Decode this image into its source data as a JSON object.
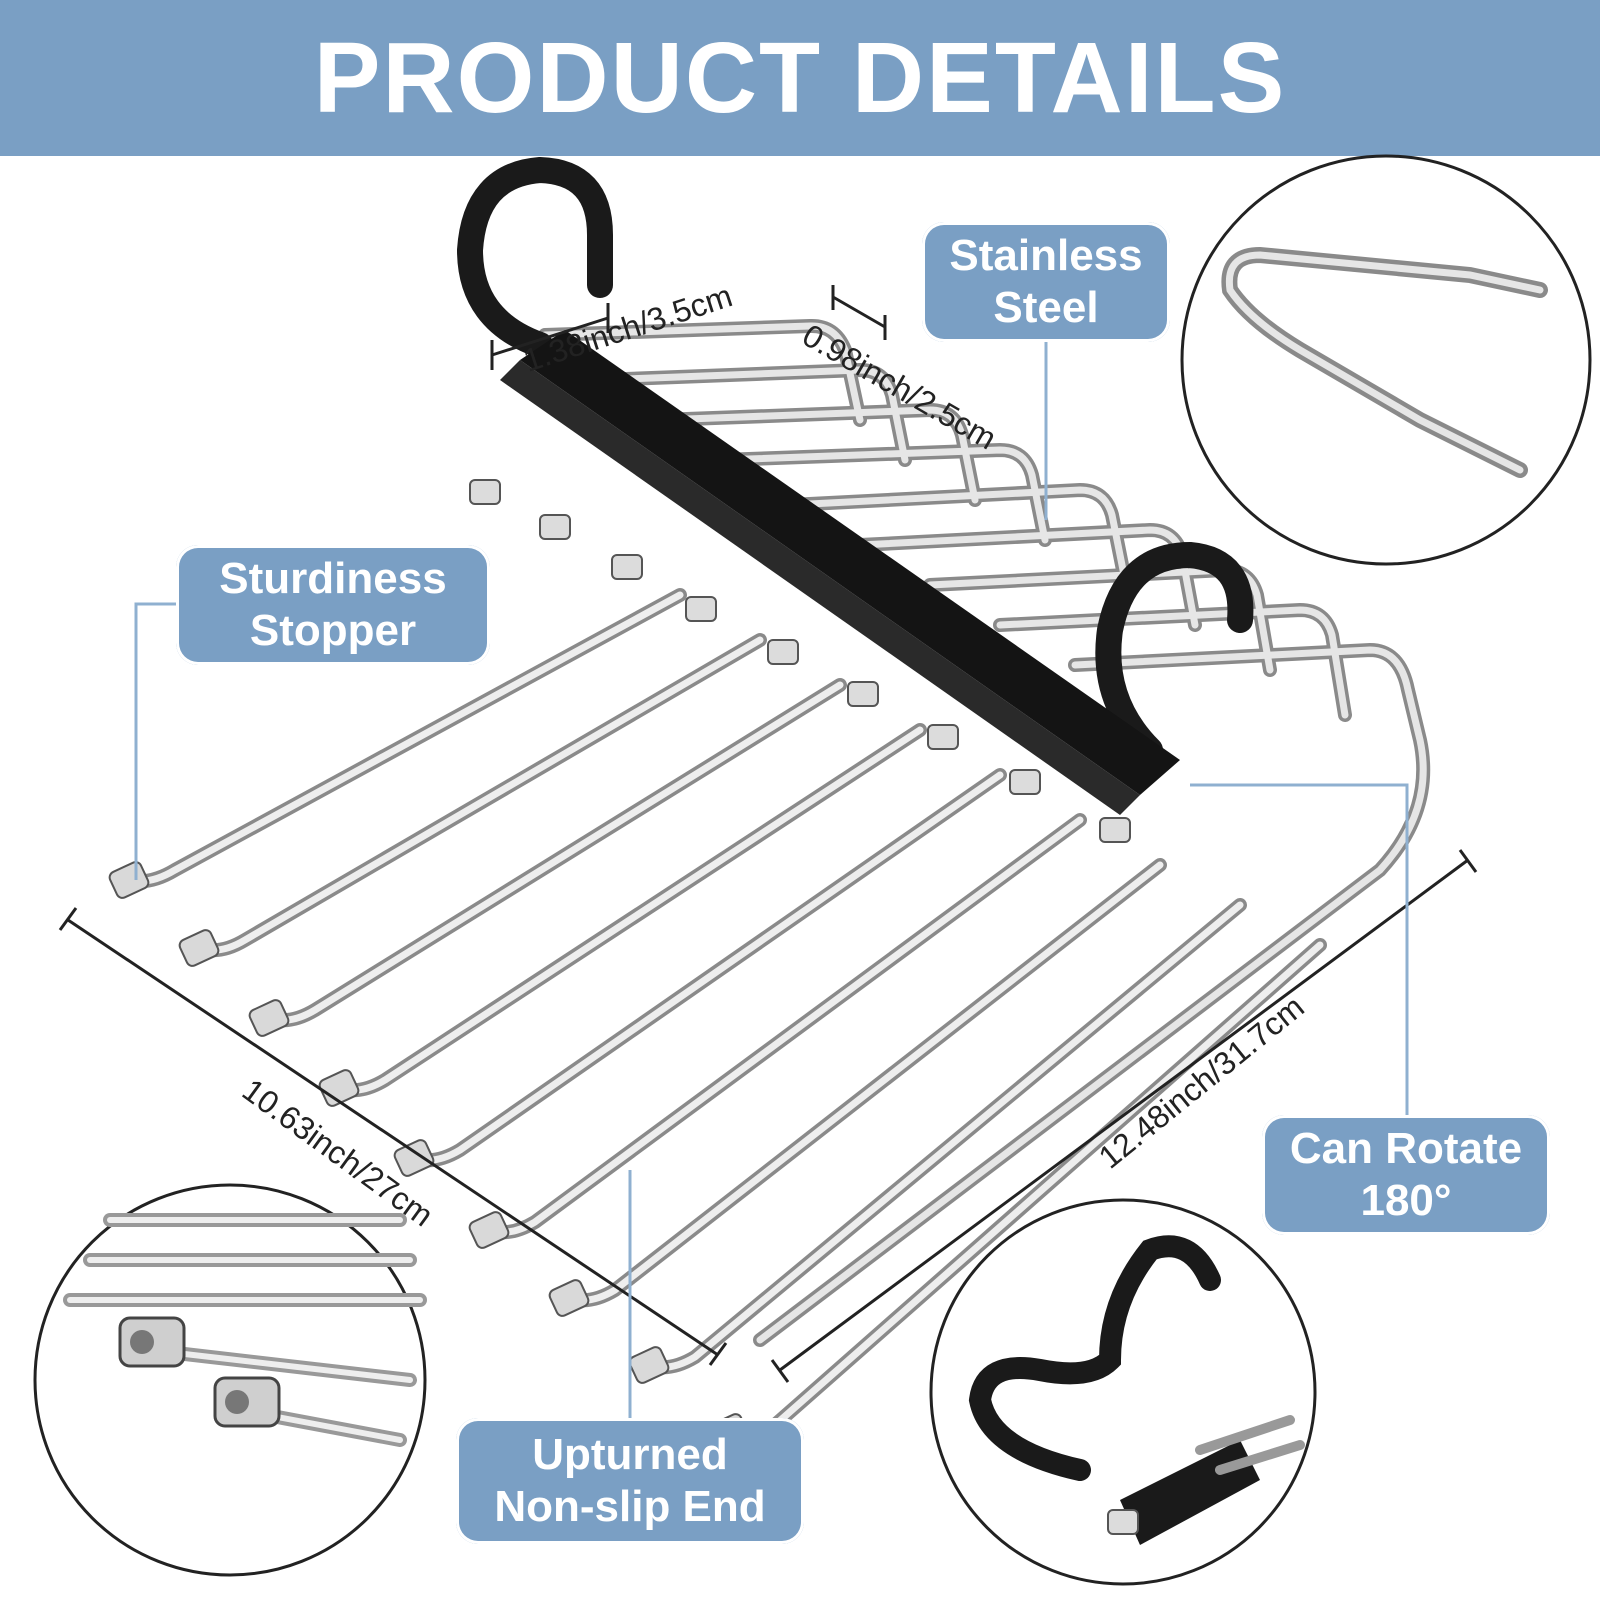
{
  "header": {
    "title": "PRODUCT DETAILS"
  },
  "labels": {
    "stainless": {
      "line1": "Stainless",
      "line2": "Steel"
    },
    "sturdiness": {
      "line1": "Sturdiness",
      "line2": "Stopper"
    },
    "rotate": {
      "line1": "Can Rotate",
      "line2": "180°"
    },
    "upturned": {
      "line1": "Upturned",
      "line2": "Non-slip End"
    }
  },
  "dimensions": {
    "hook_width": "1.38inch/3.5cm",
    "rod_spacing": "0.98inch/2.5cm",
    "width": "10.63inch/27cm",
    "length": "12.48inch/31.7cm"
  },
  "colors": {
    "accent": "#7a9fc4",
    "hook": "#1a1a1a",
    "steel": "#c8c8c8"
  },
  "icons": {
    "hook": "hanger-hook-icon",
    "rod": "steel-rod-icon",
    "stopper": "rod-end-stopper-icon"
  }
}
